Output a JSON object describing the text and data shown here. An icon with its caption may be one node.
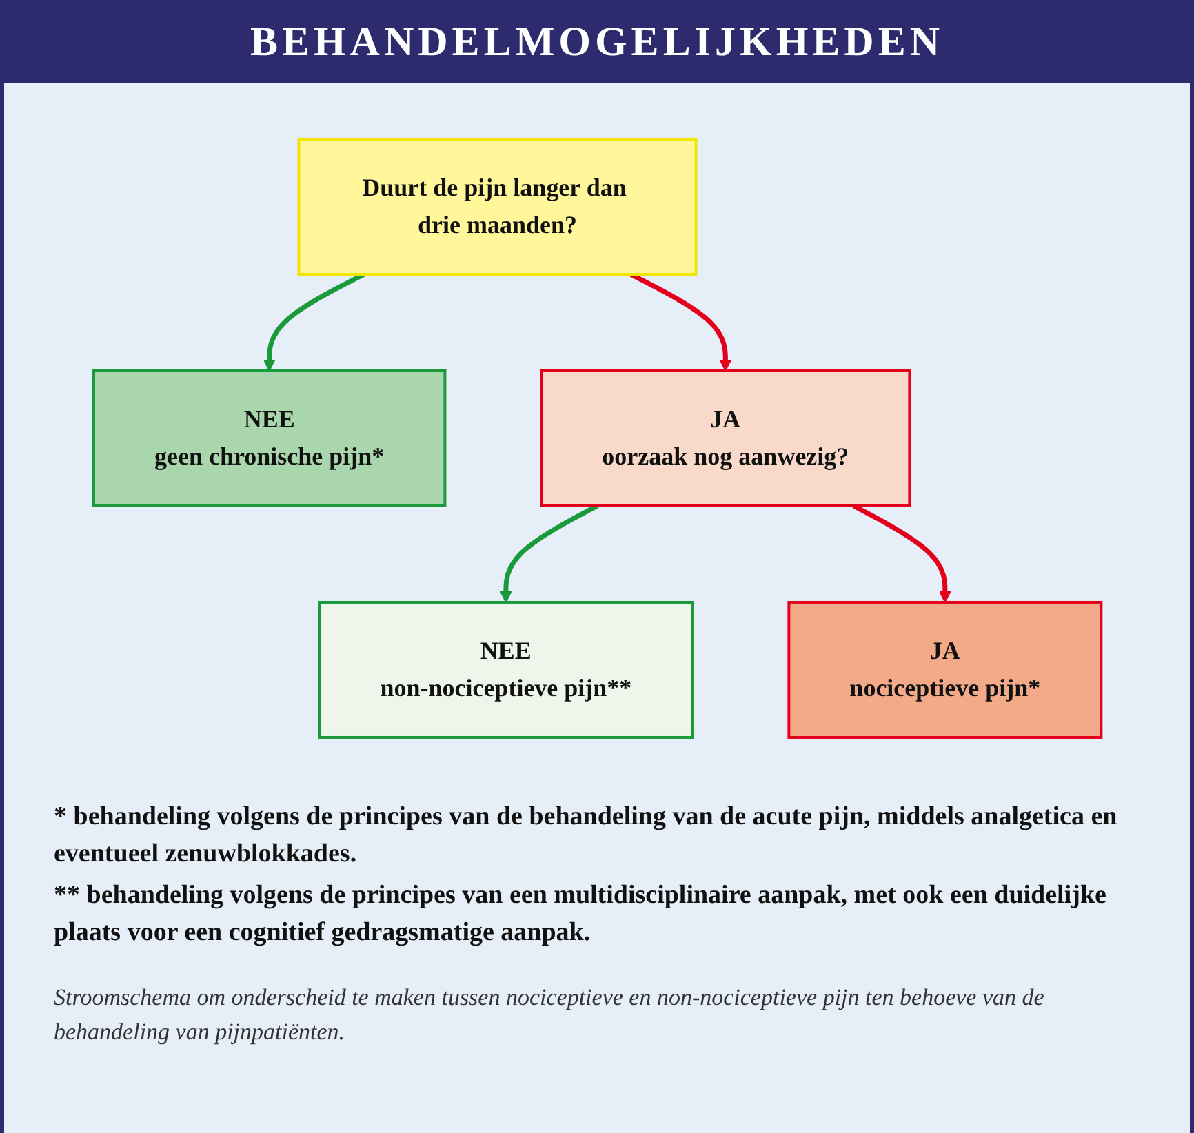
{
  "diagram": {
    "title": "BEHANDELMOGELIJKHEDEN",
    "nodes": [
      {
        "text": [
          "Duurt de pijn langer dan drie maanden?"
        ]
      },
      {
        "text": [
          "NEE",
          "geen chronische pijn*"
        ]
      },
      {
        "text": [
          "JA",
          "oorzaak nog aanwezig?"
        ]
      },
      {
        "text": [
          "NEE",
          "non-nociceptieve pijn**"
        ]
      },
      {
        "text": [
          "JA",
          "nociceptieve pijn*"
        ]
      }
    ],
    "edges": [
      {
        "from": 0,
        "to": 1,
        "arrow": "to",
        "color": "#1a9a3a"
      },
      {
        "from": 0,
        "to": 2,
        "arrow": "to",
        "color": "#e3001b"
      },
      {
        "from": 2,
        "to": 3,
        "arrow": "to",
        "color": "#1a9a3a"
      },
      {
        "from": 2,
        "to": 4,
        "arrow": "to",
        "color": "#e3001b"
      }
    ],
    "labels": [
      "* behandeling volgens de principes van de behandeling van de acute pijn, middels analgetica en eventueel zenuwblokkades.",
      "** behandeling volgens de principes van een multidisciplinaire aanpak, met ook een duidelijke plaats voor een cognitief gedragsmatige aanpak."
    ],
    "caption": "Stroomschema om onderscheid te maken tussen nociceptieve en non-nociceptieve pijn ten behoeve van de behandeling van pijnpatiënten."
  }
}
